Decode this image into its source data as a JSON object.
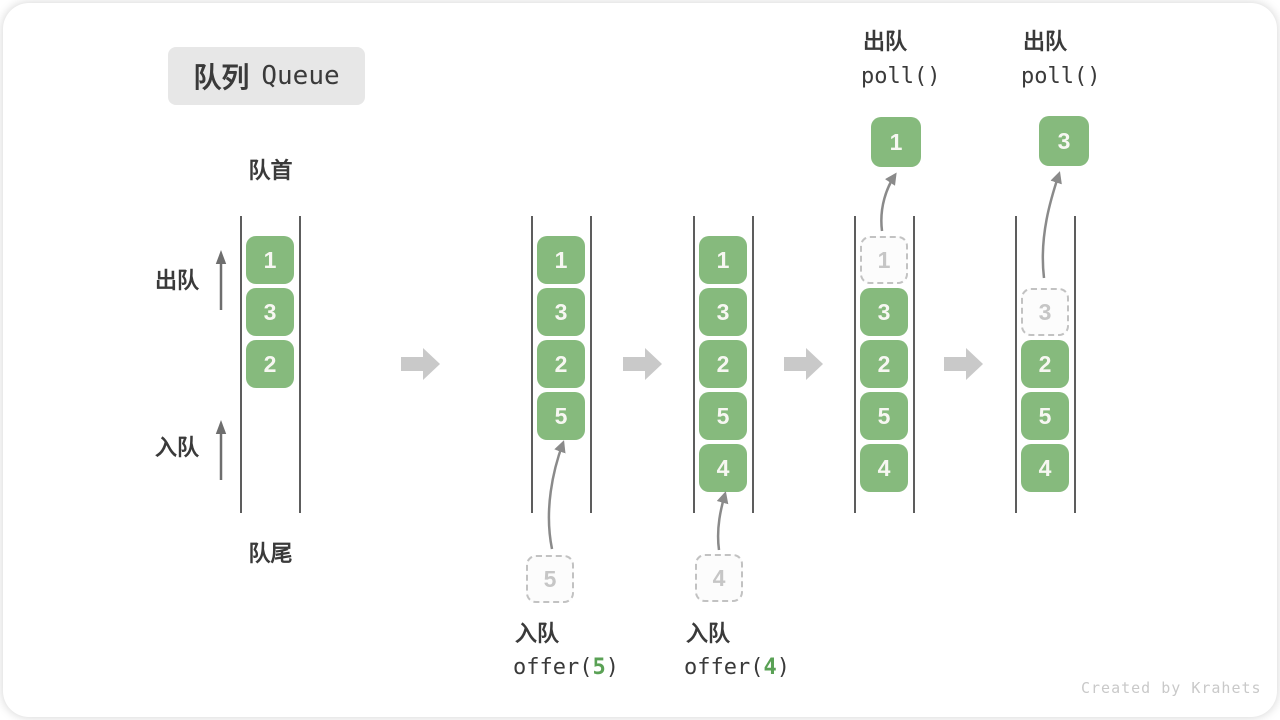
{
  "title": {
    "zh": "队列",
    "en": "Queue"
  },
  "labels": {
    "front": "队首",
    "rear": "队尾",
    "dequeue": "出队",
    "enqueue": "入队"
  },
  "states": [
    {
      "blocks": [
        "1",
        "3",
        "2"
      ]
    },
    {
      "blocks": [
        "1",
        "3",
        "2",
        "5"
      ]
    },
    {
      "blocks": [
        "1",
        "3",
        "2",
        "5",
        "4"
      ]
    },
    {
      "blocks": [
        "1",
        "3",
        "2",
        "5",
        "4"
      ],
      "ghost_slots": [
        0
      ]
    },
    {
      "blocks": [
        "3",
        "2",
        "5",
        "4"
      ],
      "ghost_slots": [
        0
      ],
      "empty_top_slot": true
    }
  ],
  "operations": {
    "enqueue5": {
      "label": "入队",
      "code_prefix": "offer(",
      "arg": "5",
      "code_suffix": ")",
      "ghost": "5"
    },
    "enqueue4": {
      "label": "入队",
      "code_prefix": "offer(",
      "arg": "4",
      "code_suffix": ")",
      "ghost": "4"
    },
    "poll1": {
      "label": "出队",
      "code": "poll()",
      "popped": "1"
    },
    "poll2": {
      "label": "出队",
      "code": "poll()",
      "popped": "3"
    }
  },
  "colors": {
    "block_green": "#86ba7d",
    "accent_green": "#5aa155",
    "ghost_gray": "#c6c6c6",
    "flow_arrow_gray": "#c9c9c9",
    "rail_gray": "#5d5d5d"
  },
  "watermark": "Created by Krahets"
}
